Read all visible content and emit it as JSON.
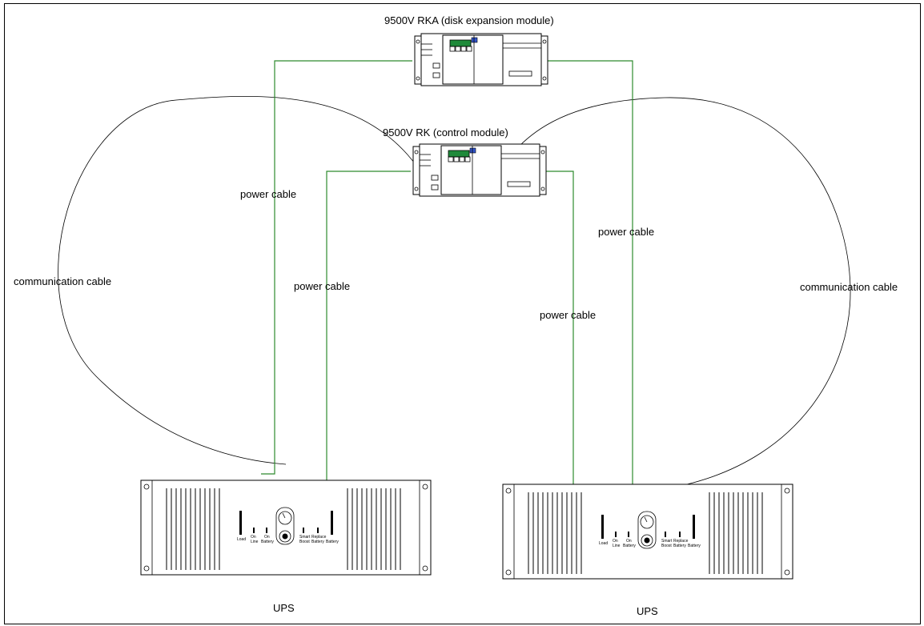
{
  "labels": {
    "rka_title": "9500V RKA (disk expansion module)",
    "rk_title": "9500V RK (control module)",
    "power_cable": "power cable",
    "communication_cable": "communication cable",
    "ups": "UPS"
  },
  "ups_panel": {
    "load": "Load",
    "on": "On",
    "line": "Line",
    "battery": "Battery",
    "smart": "Smart",
    "boost": "Boost",
    "replace": "Replace"
  },
  "colors": {
    "power_cable": "#2e8b2e",
    "communication_cable": "#000000",
    "rack_display": "#1f8a3a",
    "rack_badge": "#3355cc"
  },
  "icons": {
    "ups_meter": "gauge-icon",
    "ups_power_button": "power-button-icon"
  }
}
